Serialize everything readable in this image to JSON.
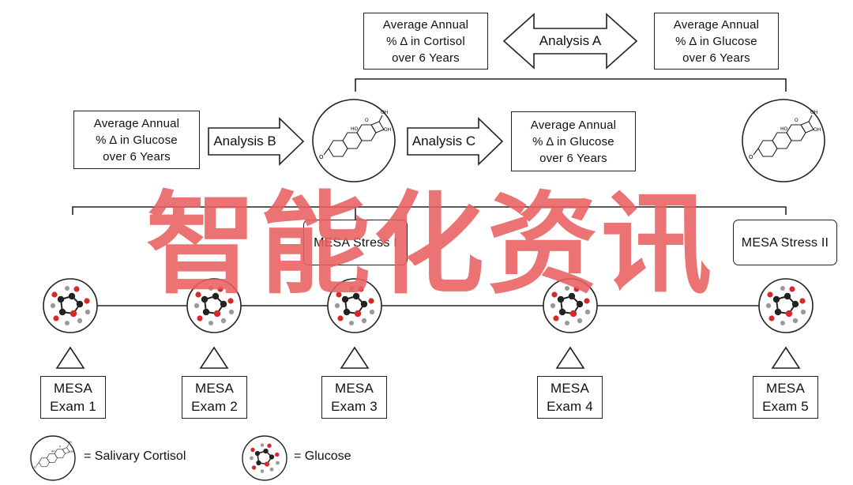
{
  "measure_boxes": [
    {
      "id": "cortisol-change",
      "lines": [
        "Average Annual",
        "% Δ in Cortisol",
        "over 6 Years"
      ]
    },
    {
      "id": "glucose-change-right",
      "lines": [
        "Average Annual",
        "% Δ in Glucose",
        "over 6 Years"
      ]
    },
    {
      "id": "glucose-change-left",
      "lines": [
        "Average Annual",
        "% Δ in Glucose",
        "over 6 Years"
      ]
    },
    {
      "id": "glucose-change-mid",
      "lines": [
        "Average Annual",
        "% Δ in Glucose",
        "over 6 Years"
      ]
    }
  ],
  "analyses": {
    "a": "Analysis A",
    "b": "Analysis B",
    "c": "Analysis C"
  },
  "studies": {
    "stress_one": "MESA Stress I",
    "stress_two": "MESA Stress II"
  },
  "exams": [
    {
      "line1": "MESA",
      "line2": "Exam 1"
    },
    {
      "line1": "MESA",
      "line2": "Exam 2"
    },
    {
      "line1": "MESA",
      "line2": "Exam 3"
    },
    {
      "line1": "MESA",
      "line2": "Exam 4"
    },
    {
      "line1": "MESA",
      "line2": "Exam 5"
    }
  ],
  "legend": {
    "cortisol": "= Salivary Cortisol",
    "glucose": "= Glucose"
  },
  "watermark": "智能化资讯",
  "icons": {
    "cortisol": "cortisol-molecule-icon",
    "glucose": "glucose-molecule-icon",
    "arrow": "right-arrow-icon",
    "double_arrow": "double-arrow-icon",
    "triangle": "triangle-icon"
  },
  "colors": {
    "ink": "#222222",
    "watermark": "#e86060",
    "atom_red": "#d62a2a",
    "atom_grey": "#9a9a9a",
    "atom_dark": "#222222"
  }
}
